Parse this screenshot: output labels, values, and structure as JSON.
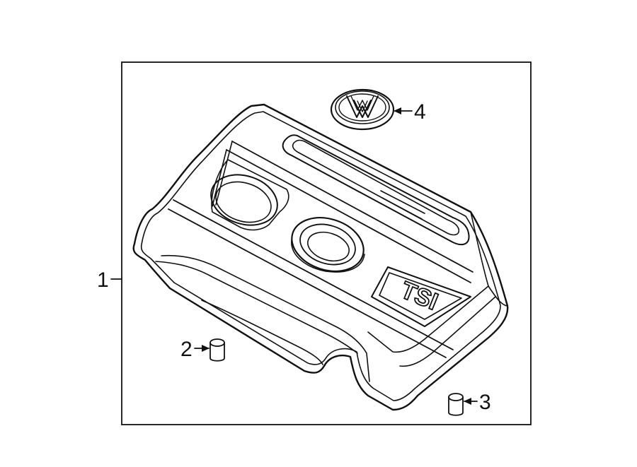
{
  "callouts": [
    {
      "id": "1",
      "label": "1"
    },
    {
      "id": "2",
      "label": "2"
    },
    {
      "id": "3",
      "label": "3"
    },
    {
      "id": "4",
      "label": "4"
    }
  ],
  "cover_badge_text": "TSI",
  "emblem_icon": "vw-logo-icon",
  "colors": {
    "line": "#111111",
    "background": "#ffffff"
  }
}
